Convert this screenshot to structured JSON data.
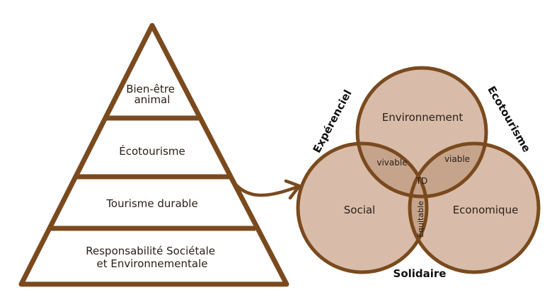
{
  "colors": {
    "stroke": "#7a4a1e",
    "circle_fill": "#d8bca9",
    "overlap_fill": "#c6a48c",
    "text": "#2b2118",
    "handwritten": "#111111"
  },
  "pyramid": {
    "levels": [
      {
        "lines": [
          "Bien-être",
          "animal"
        ]
      },
      {
        "lines": [
          "Écotourisme"
        ]
      },
      {
        "lines": [
          "Tourisme durable"
        ]
      },
      {
        "lines": [
          "Responsabilité Sociétale",
          "et Environnementale"
        ]
      }
    ]
  },
  "arrow": {
    "icon": "curved-arrow-right-icon"
  },
  "venn": {
    "circles": {
      "top": "Environnement",
      "left": "Social",
      "right": "Economique"
    },
    "overlaps": {
      "top_left": "vivable",
      "top_right": "viable",
      "left_right": "Equitable",
      "center": "TD"
    },
    "side_labels": {
      "left": "Expérenciel",
      "right": "Ecotourisme",
      "bottom": "Solidaire"
    }
  }
}
